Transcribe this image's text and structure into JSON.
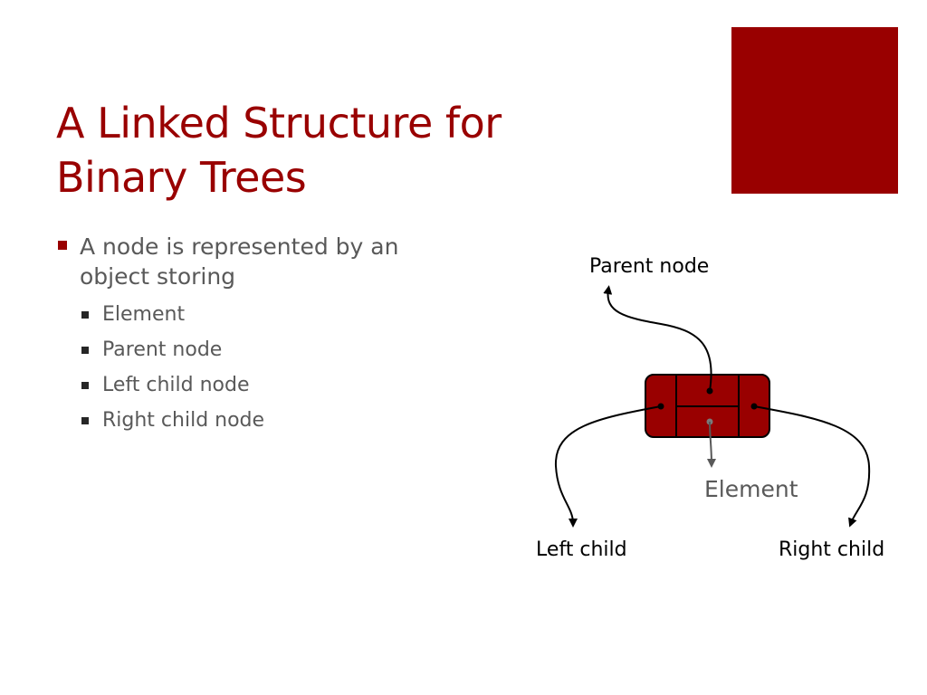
{
  "slide": {
    "title_lines": [
      "A Linked Structure for",
      "Binary Trees"
    ],
    "bullet": "A node is represented by an object storing",
    "sub_bullets": [
      "Element",
      "Parent node",
      "Left child node",
      "Right child node"
    ]
  },
  "diagram": {
    "parent_label": "Parent node",
    "element_label": "Element",
    "left_label": "Left child",
    "right_label": "Right child"
  },
  "colors": {
    "accent": "#990000",
    "body_text": "#595959",
    "node_fill": "#990000"
  }
}
